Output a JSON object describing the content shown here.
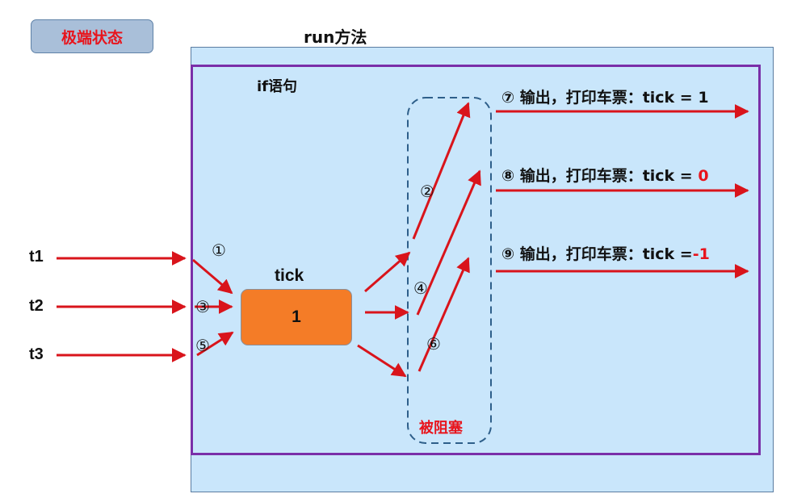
{
  "badge": {
    "label": "极端状态"
  },
  "run_label": "run方法",
  "if_label": "if语句",
  "tick": {
    "label": "tick",
    "value": "1"
  },
  "threads": [
    "t1",
    "t2",
    "t3"
  ],
  "steps": {
    "s1": "①",
    "s2": "②",
    "s3": "③",
    "s4": "④",
    "s5": "⑤",
    "s6": "⑥"
  },
  "outputs": [
    {
      "prefix": "⑦ 输出，打印车票：tick = ",
      "value": "1",
      "value_color": "#111111"
    },
    {
      "prefix": "⑧ 输出，打印车票：tick = ",
      "value": "0",
      "value_color": "#e8141c"
    },
    {
      "prefix": "⑨ 输出，打印车票：tick =",
      "value": "-1",
      "value_color": "#e8141c"
    }
  ],
  "blocked_label": "被阻塞",
  "colors": {
    "arrow": "#d9141b",
    "run_bg": "#c9e6fb",
    "if_border": "#7a2fa8",
    "tick_bg": "#f47c27",
    "dashed": "#2e5f8a"
  }
}
